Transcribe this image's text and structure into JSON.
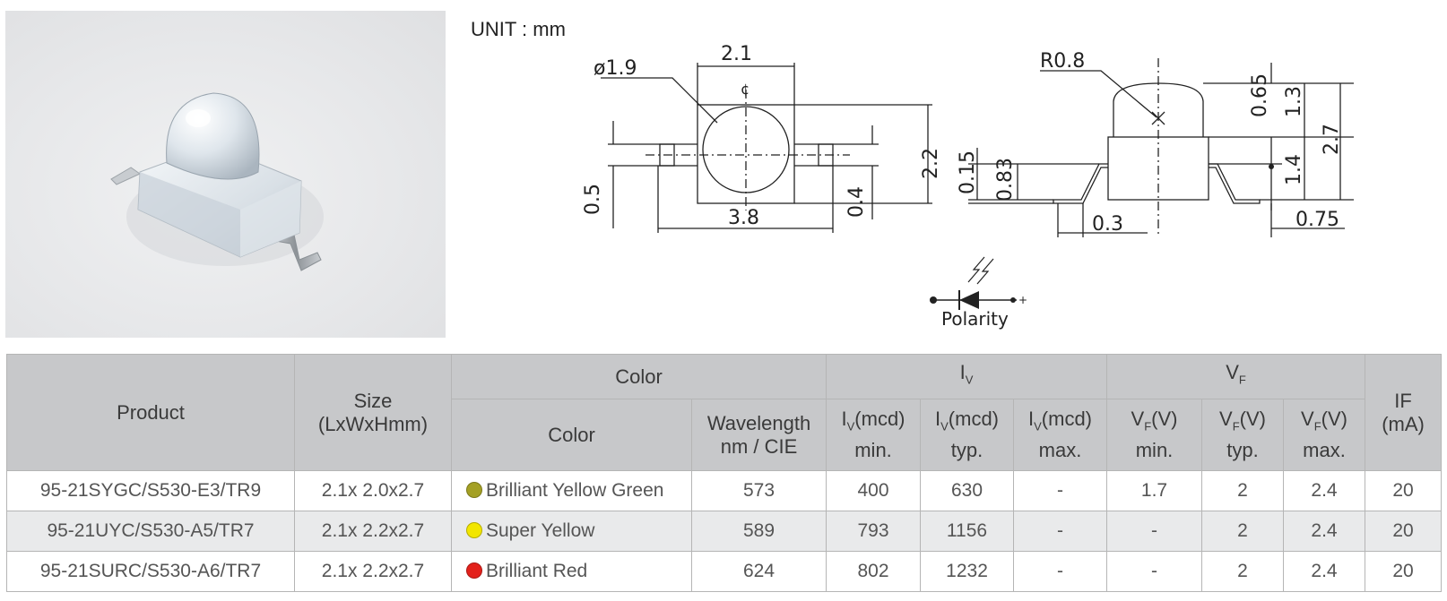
{
  "unit_label": "UNIT : mm",
  "drawing": {
    "dims": {
      "diameter": "ø1.9",
      "top_width": "2.1",
      "body_height": "2.2",
      "total_length": "3.8",
      "lead_width": "0.5",
      "lead_width_right": "0.4",
      "radius": "R0.8",
      "dome": "0.65",
      "top_h": "1.3",
      "total_h": "2.7",
      "body_h": "1.4",
      "lead_thk": "0.15",
      "standoff": "0.83",
      "lead_len": "0.3",
      "foot": "0.75"
    },
    "center_mark": "¢",
    "polarity_label": "Polarity"
  },
  "table": {
    "headers": {
      "product": "Product",
      "size_line1": "Size",
      "size_line2": "(LxWxHmm)",
      "color_group": "Color",
      "color": "Color",
      "wavelength_line1": "Wavelength",
      "wavelength_line2": "nm / CIE",
      "iv_group_main": "I",
      "iv_group_sub": "V",
      "iv_main": "I",
      "iv_sub": "V",
      "iv_unit": "(mcd)",
      "min": "min.",
      "typ": "typ.",
      "max": "max.",
      "vf_group_main": "V",
      "vf_group_sub": "F",
      "vf_main": "V",
      "vf_sub": "F",
      "vf_unit": "(V)",
      "if_line1": "IF",
      "if_line2": "(mA)"
    },
    "rows": [
      {
        "product": "95-21SYGC/S530-E3/TR9",
        "size": "2.1x 2.0x2.7",
        "dot_color": "#a4a024",
        "color": "Brilliant  Yellow Green",
        "wavelength": "573",
        "iv_min": "400",
        "iv_typ": "630",
        "iv_max": "-",
        "vf_min": "1.7",
        "vf_typ": "2",
        "vf_max": "2.4",
        "if": "20"
      },
      {
        "product": "95-21UYC/S530-A5/TR7",
        "size": "2.1x 2.2x2.7",
        "dot_color": "#f2e600",
        "color": "Super Yellow",
        "wavelength": "589",
        "iv_min": "793",
        "iv_typ": "1156",
        "iv_max": "-",
        "vf_min": "-",
        "vf_typ": "2",
        "vf_max": "2.4",
        "if": "20"
      },
      {
        "product": "95-21SURC/S530-A6/TR7",
        "size": "2.1x 2.2x2.7",
        "dot_color": "#e3211b",
        "color": "Brilliant Red",
        "wavelength": "624",
        "iv_min": "802",
        "iv_typ": "1232",
        "iv_max": "-",
        "vf_min": "-",
        "vf_typ": "2",
        "vf_max": "2.4",
        "if": "20"
      }
    ]
  }
}
